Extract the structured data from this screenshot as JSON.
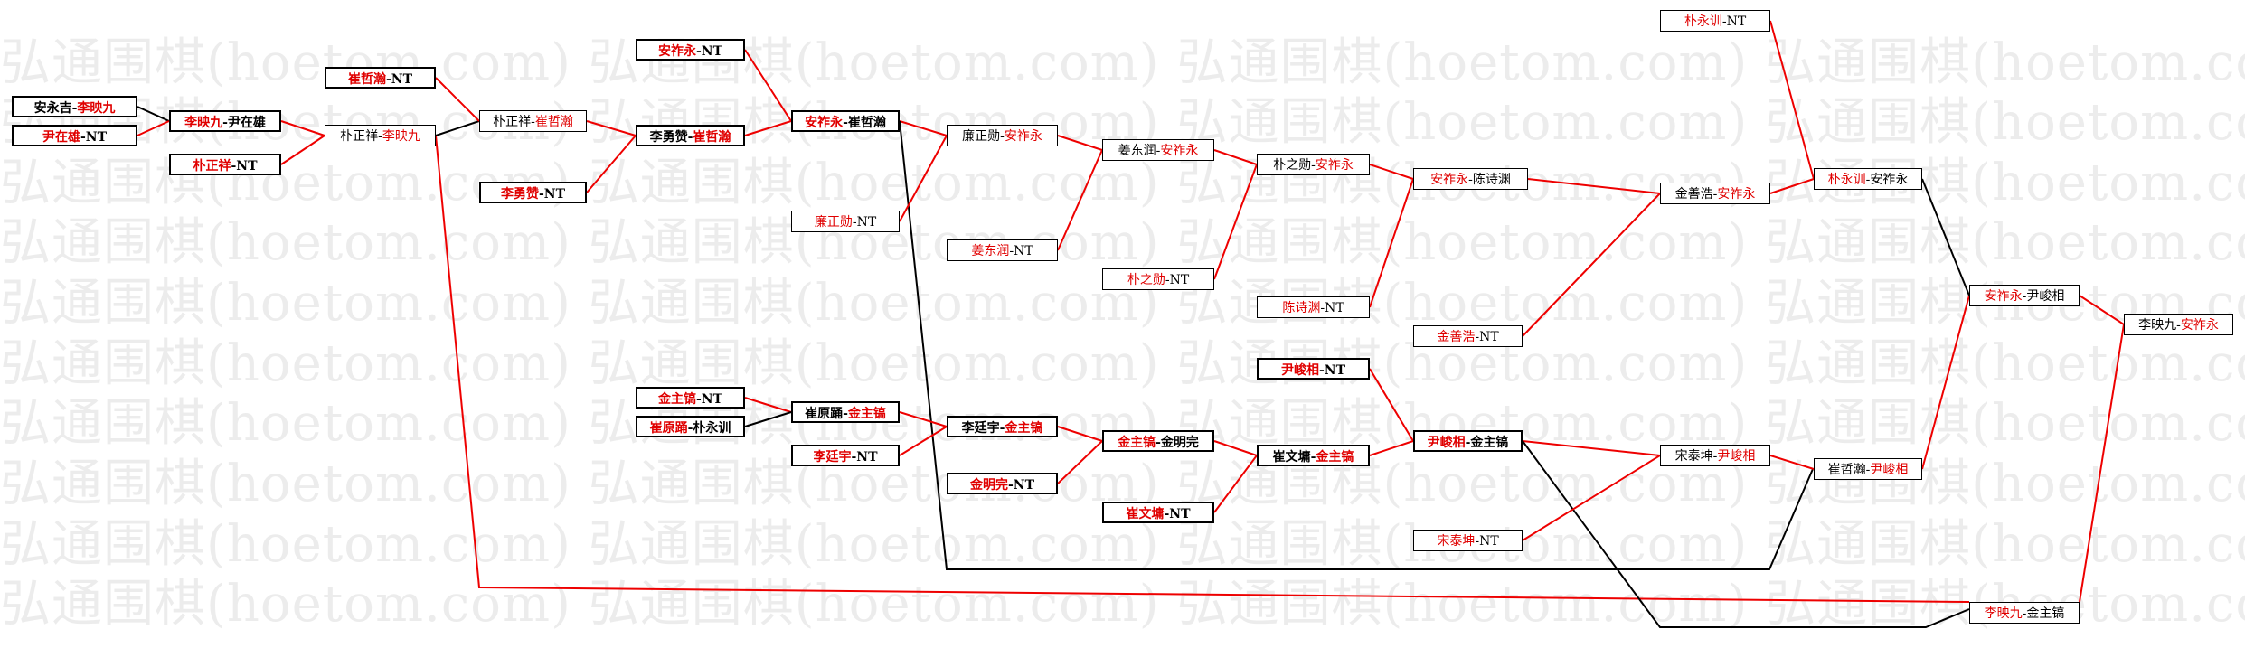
{
  "watermark": "弘通围棋(hoetom.com) 弘通围棋(hoetom.com) 弘通围棋(hoetom.com) 弘通围棋(hoetom.com)",
  "colors": {
    "winner": "#e00000",
    "loser": "#000000",
    "line_win": "#e00000",
    "line_lose": "#000000"
  },
  "nodes": [
    {
      "id": "n1",
      "a": "安永吉",
      "b": "李映九",
      "w": "b"
    },
    {
      "id": "n2",
      "a": "尹在雄",
      "b": "NT",
      "w": "a"
    },
    {
      "id": "n3",
      "a": "李映九",
      "b": "尹在雄",
      "w": "a"
    },
    {
      "id": "n4",
      "a": "朴正祥",
      "b": "NT",
      "w": "a"
    },
    {
      "id": "n5",
      "a": "朴正祥",
      "b": "李映九",
      "w": "b"
    },
    {
      "id": "n6",
      "a": "崔哲瀚",
      "b": "NT",
      "w": "a"
    },
    {
      "id": "n7",
      "a": "朴正祥",
      "b": "崔哲瀚",
      "w": "b"
    },
    {
      "id": "n8",
      "a": "李勇赞",
      "b": "NT",
      "w": "a"
    },
    {
      "id": "n9",
      "a": "李勇赞",
      "b": "崔哲瀚",
      "w": "b"
    },
    {
      "id": "n10",
      "a": "安祚永",
      "b": "NT",
      "w": "a"
    },
    {
      "id": "n11",
      "a": "安祚永",
      "b": "崔哲瀚",
      "w": "a"
    },
    {
      "id": "n12",
      "a": "廉正勋",
      "b": "安祚永",
      "w": "b"
    },
    {
      "id": "n13",
      "a": "廉正勋",
      "b": "NT",
      "w": "a"
    },
    {
      "id": "n14",
      "a": "姜东润",
      "b": "安祚永",
      "w": "b"
    },
    {
      "id": "n15",
      "a": "姜东润",
      "b": "NT",
      "w": "a"
    },
    {
      "id": "n16",
      "a": "朴之勋",
      "b": "安祚永",
      "w": "b"
    },
    {
      "id": "n17",
      "a": "朴之勋",
      "b": "NT",
      "w": "a"
    },
    {
      "id": "n18",
      "a": "安祚永",
      "b": "陈诗渊",
      "w": "a"
    },
    {
      "id": "n19",
      "a": "陈诗渊",
      "b": "NT",
      "w": "a"
    },
    {
      "id": "n20",
      "a": "金善浩",
      "b": "安祚永",
      "w": "b"
    },
    {
      "id": "n21",
      "a": "金善浩",
      "b": "NT",
      "w": "a"
    },
    {
      "id": "n22",
      "a": "朴永训",
      "b": "NT",
      "w": "a"
    },
    {
      "id": "n23",
      "a": "朴永训",
      "b": "安祚永",
      "w": "a"
    },
    {
      "id": "n24",
      "a": "安祚永",
      "b": "尹峻相",
      "w": "a"
    },
    {
      "id": "n25",
      "a": "李映九",
      "b": "安祚永",
      "w": "b"
    },
    {
      "id": "n26",
      "a": "金主镐",
      "b": "NT",
      "w": "a"
    },
    {
      "id": "n27",
      "a": "崔原踊",
      "b": "朴永训",
      "w": "a"
    },
    {
      "id": "n28",
      "a": "崔原踊",
      "b": "金主镐",
      "w": "b"
    },
    {
      "id": "n29",
      "a": "李廷宇",
      "b": "NT",
      "w": "a"
    },
    {
      "id": "n30",
      "a": "李廷宇",
      "b": "金主镐",
      "w": "b"
    },
    {
      "id": "n31",
      "a": "金明完",
      "b": "NT",
      "w": "a"
    },
    {
      "id": "n32",
      "a": "金主镐",
      "b": "金明完",
      "w": "a"
    },
    {
      "id": "n33",
      "a": "崔文墉",
      "b": "NT",
      "w": "a"
    },
    {
      "id": "n34",
      "a": "崔文墉",
      "b": "金主镐",
      "w": "b"
    },
    {
      "id": "n35",
      "a": "尹峻相",
      "b": "NT",
      "w": "a"
    },
    {
      "id": "n36",
      "a": "尹峻相",
      "b": "金主镐",
      "w": "a"
    },
    {
      "id": "n37",
      "a": "宋泰坤",
      "b": "NT",
      "w": "a"
    },
    {
      "id": "n38",
      "a": "宋泰坤",
      "b": "尹峻相",
      "w": "b"
    },
    {
      "id": "n39",
      "a": "崔哲瀚",
      "b": "尹峻相",
      "w": "b"
    },
    {
      "id": "n40",
      "a": "李映九",
      "b": "金主镐",
      "w": "a"
    }
  ]
}
